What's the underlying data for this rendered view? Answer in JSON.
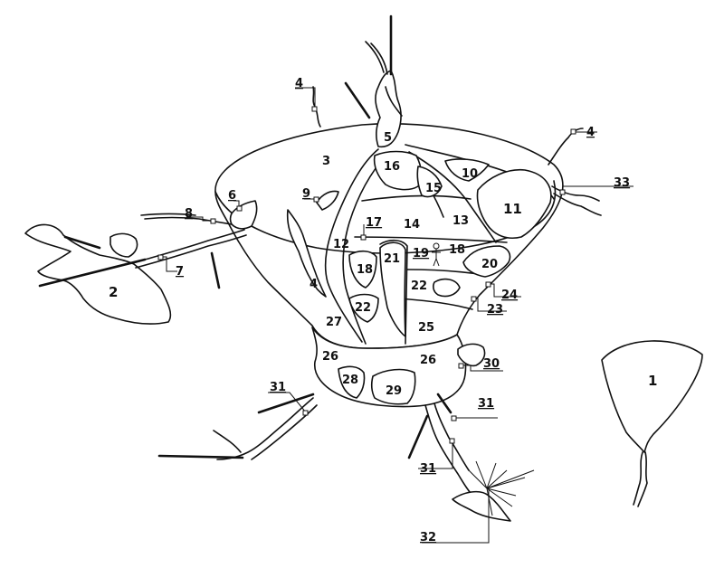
{
  "diagram": {
    "labels": {
      "l1": "1",
      "l2": "2",
      "l3": "3",
      "l4a": "4",
      "l4b": "4",
      "l4c": "4",
      "l5": "5",
      "l6": "6",
      "l7": "7",
      "l8": "8",
      "l9": "9",
      "l10": "10",
      "l11": "11",
      "l12": "12",
      "l13": "13",
      "l14": "14",
      "l15": "15",
      "l16": "16",
      "l17": "17",
      "l18a": "18",
      "l18b": "18",
      "l19": "19",
      "l20": "20",
      "l21": "21",
      "l22a": "22",
      "l22b": "22",
      "l23": "23",
      "l24": "24",
      "l25": "25",
      "l26a": "26",
      "l26b": "26",
      "l27": "27",
      "l28": "28",
      "l29": "29",
      "l30": "30",
      "l31a": "31",
      "l31b": "31",
      "l31c": "31",
      "l32": "32",
      "l33": "33"
    }
  }
}
